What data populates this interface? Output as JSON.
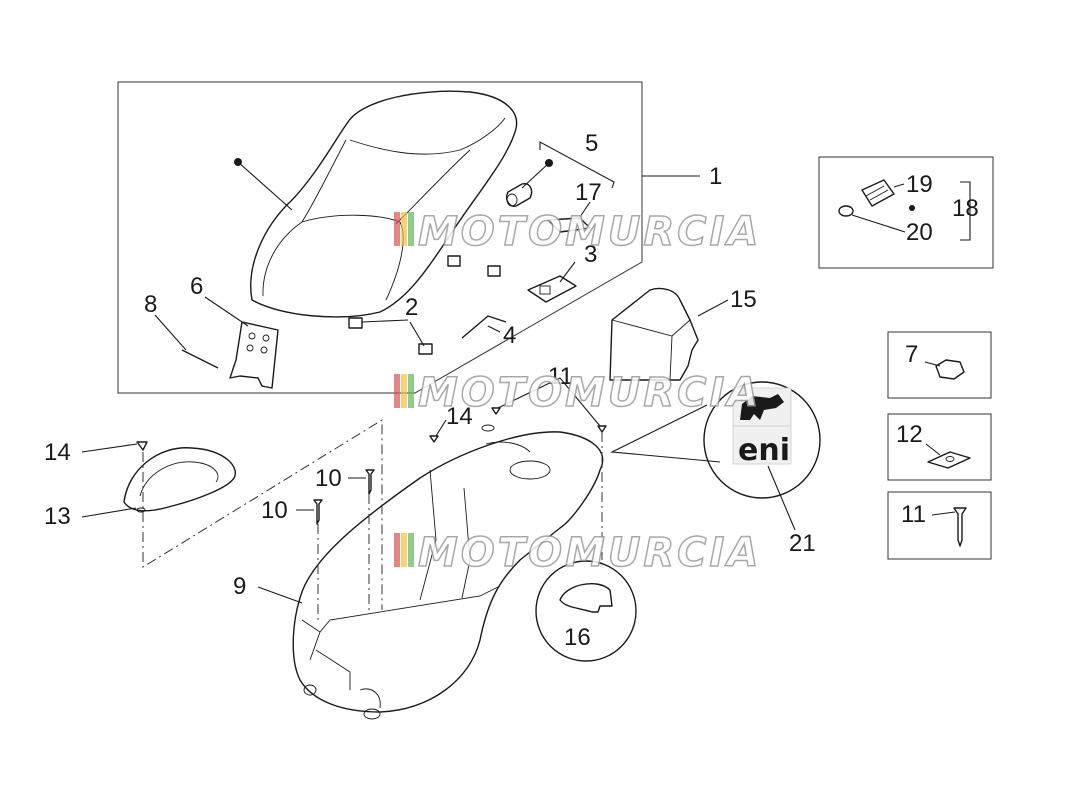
{
  "callouts": [
    {
      "label": "1"
    },
    {
      "label": "2"
    },
    {
      "label": "3"
    },
    {
      "label": "4"
    },
    {
      "label": "5"
    },
    {
      "label": "6"
    },
    {
      "label": "7"
    },
    {
      "label": "8"
    },
    {
      "label": "9"
    },
    {
      "label": "10"
    },
    {
      "label": "10"
    },
    {
      "label": "11"
    },
    {
      "label": "11"
    },
    {
      "label": "12"
    },
    {
      "label": "13"
    },
    {
      "label": "14"
    },
    {
      "label": "14"
    },
    {
      "label": "15"
    },
    {
      "label": "16"
    },
    {
      "label": "17"
    },
    {
      "label": "18"
    },
    {
      "label": "19"
    },
    {
      "label": "20"
    },
    {
      "label": "21"
    }
  ],
  "badge": {
    "brand_text": "eni"
  },
  "watermarks": [
    {
      "text": "MOTOMURCIA"
    },
    {
      "text": "MOTOMURCIA"
    },
    {
      "text": "MOTOMURCIA"
    }
  ]
}
